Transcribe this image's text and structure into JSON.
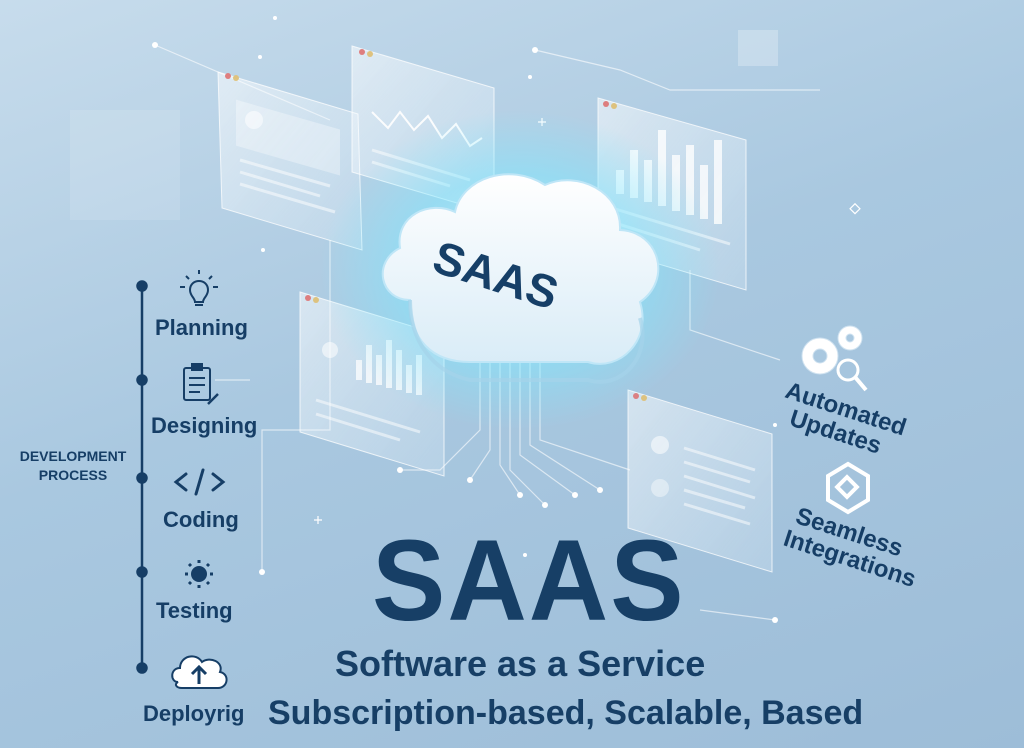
{
  "title": "SAAS",
  "subtitle": "Software as a Service",
  "tagline": "Subscription-based, Scalable, Based",
  "cloud_label": "SAAS",
  "development_process": {
    "label": "DEVELOPMENT PROCESS",
    "steps": [
      {
        "label": "Planning",
        "icon": "lightbulb-icon"
      },
      {
        "label": "Designing",
        "icon": "clipboard-icon"
      },
      {
        "label": "Coding",
        "icon": "code-icon"
      },
      {
        "label": "Testing",
        "icon": "gear-icon"
      },
      {
        "label": "Deployrig",
        "icon": "cloud-upload-icon"
      }
    ]
  },
  "features": [
    {
      "label": "Automated Updates",
      "icon": "gears-icon"
    },
    {
      "label": "Seamless Integrations",
      "icon": "integration-icon"
    }
  ],
  "colors": {
    "text": "#163e66",
    "background": "#a9c8e0",
    "glow": "#6fe6ff"
  }
}
